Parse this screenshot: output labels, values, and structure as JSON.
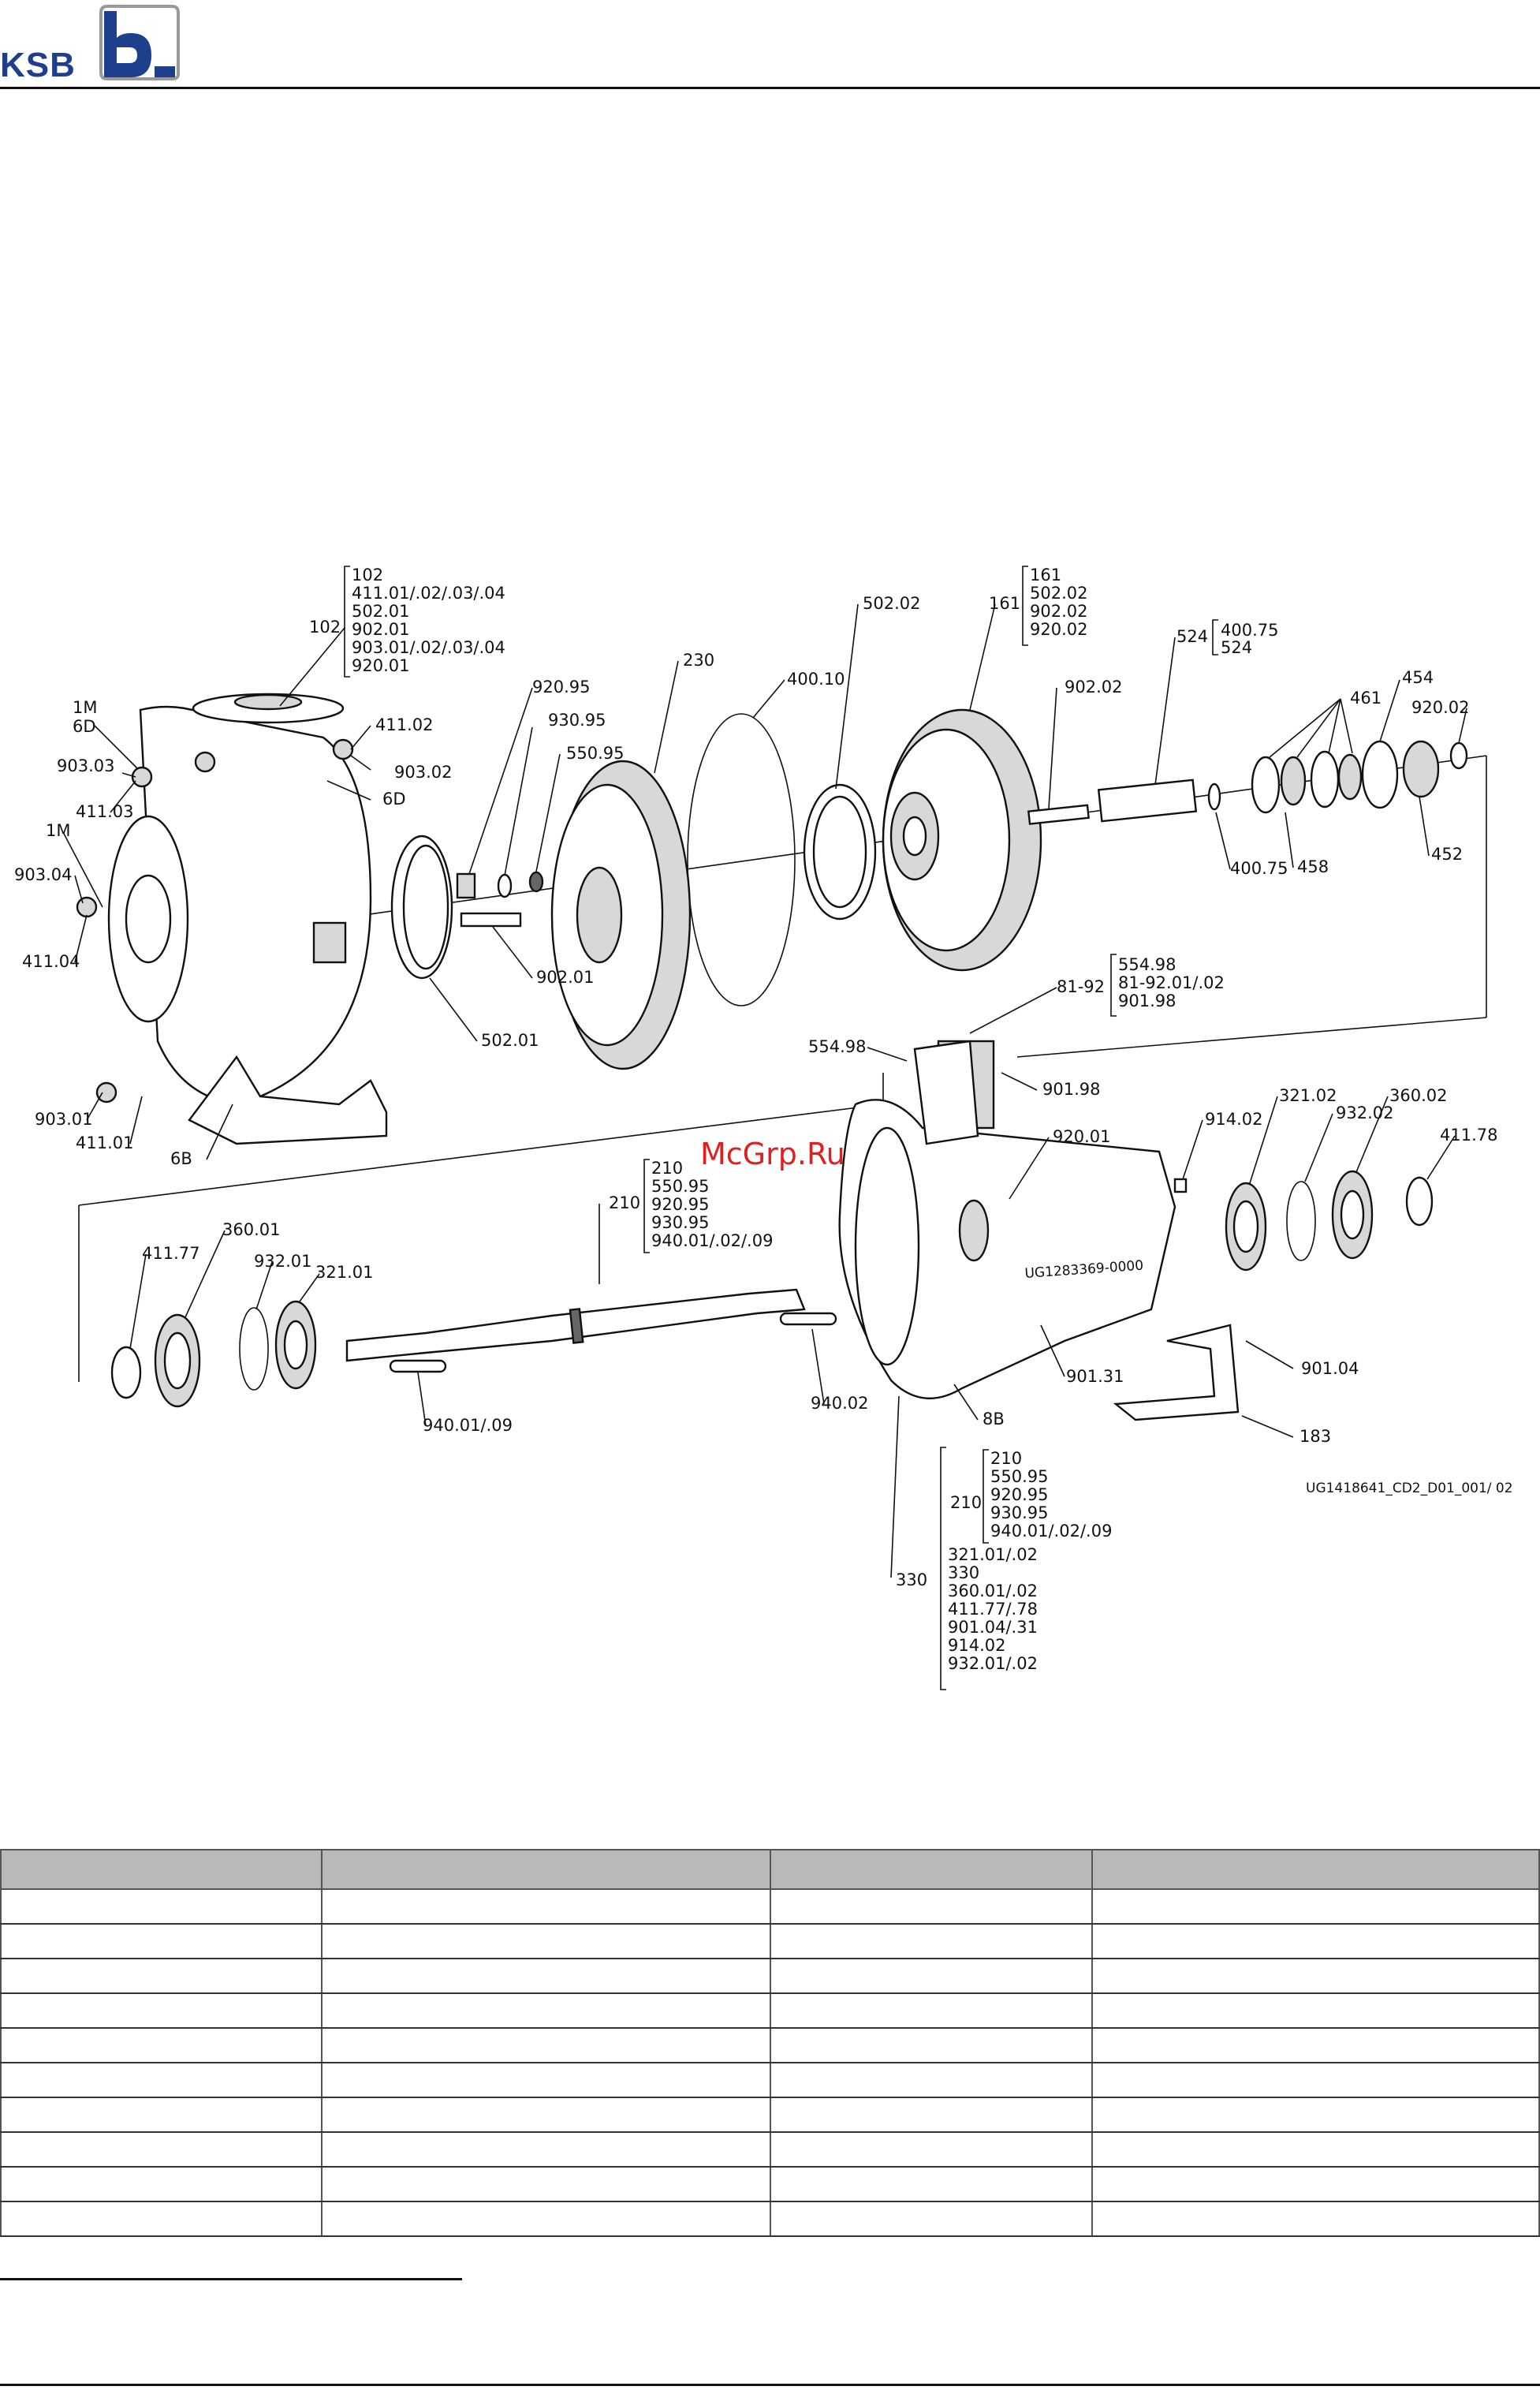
{
  "brand": {
    "name": "KSB",
    "color": "#1d3f8c"
  },
  "watermark": "McGrp.Ru",
  "drawing_id": "UG1418641_CD2_D01_001/ 02",
  "housing_marking": "UG1283369-0000",
  "callouts": {
    "c102": "102",
    "c230": "230",
    "c400_10": "400.10",
    "c502_02": "502.02",
    "c161": "161",
    "c902_02": "902.02",
    "c524": "524",
    "c454": "454",
    "c461": "461",
    "c920_02": "920.02",
    "c920_95": "920.95",
    "c930_95": "930.95",
    "c550_95": "550.95",
    "c411_02": "411.02",
    "c903_02": "903.02",
    "c6D_b": "6D",
    "c1M_a": "1M",
    "c6D_a": "6D",
    "c903_03": "903.03",
    "c411_03": "411.03",
    "c1M_b": "1M",
    "c903_04": "903.04",
    "c411_04": "411.04",
    "c502_01": "502.01",
    "c902_01": "902.01",
    "c903_01": "903.01",
    "c411_01": "411.01",
    "c6B": "6B",
    "c400_75": "400.75",
    "c458": "458",
    "c452": "452",
    "c81_92": "81-92",
    "c554_98": "554.98",
    "c901_98": "901.98",
    "c920_01": "920.01",
    "c914_02": "914.02",
    "c321_02": "321.02",
    "c932_02": "932.02",
    "c360_02": "360.02",
    "c411_78": "411.78",
    "c411_77": "411.77",
    "c360_01": "360.01",
    "c932_01": "932.01",
    "c321_01": "321.01",
    "c210": "210",
    "c940_01": "940.01/.09",
    "c940_02": "940.02",
    "c901_31": "901.31",
    "c901_04": "901.04",
    "c8B": "8B",
    "c183": "183",
    "c330": "330",
    "c210_b": "210"
  },
  "groups": {
    "g102": [
      "102",
      "411.01/.02/.03/.04",
      "502.01",
      "902.01",
      "903.01/.02/.03/.04",
      "920.01"
    ],
    "g161": [
      "161",
      "502.02",
      "902.02",
      "920.02"
    ],
    "g524": [
      "400.75",
      "524"
    ],
    "g81_92": [
      "554.98",
      "81-92.01/.02",
      "901.98"
    ],
    "g210": [
      "210",
      "550.95",
      "920.95",
      "930.95",
      "940.01/.02/.09"
    ],
    "g330_inner": [
      "210",
      "550.95",
      "920.95",
      "930.95",
      "940.01/.02/.09"
    ],
    "g330": [
      "321.01/.02",
      "330",
      "360.01/.02",
      "411.77/.78",
      "901.04/.31",
      "914.02",
      "932.01/.02"
    ]
  },
  "table": {
    "columns": 4,
    "body_rows": 10
  }
}
